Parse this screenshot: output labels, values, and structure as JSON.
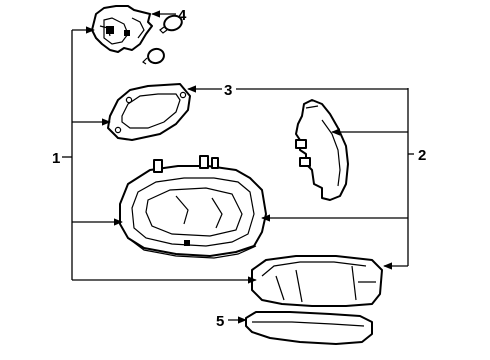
{
  "diagram": {
    "callouts": [
      "1",
      "2",
      "3",
      "4",
      "5"
    ]
  },
  "parts": {
    "socket_and_bulbs": {
      "icon": "bulb-socket-icon"
    },
    "gasket": {
      "icon": "gasket-icon"
    },
    "side_marker_bracket": {
      "icon": "side-marker-icon"
    },
    "headlamp_housing": {
      "icon": "headlamp-housing-icon"
    },
    "park_lamp_lens": {
      "icon": "park-lamp-lens-icon"
    },
    "lower_trim": {
      "icon": "lower-trim-icon"
    }
  }
}
